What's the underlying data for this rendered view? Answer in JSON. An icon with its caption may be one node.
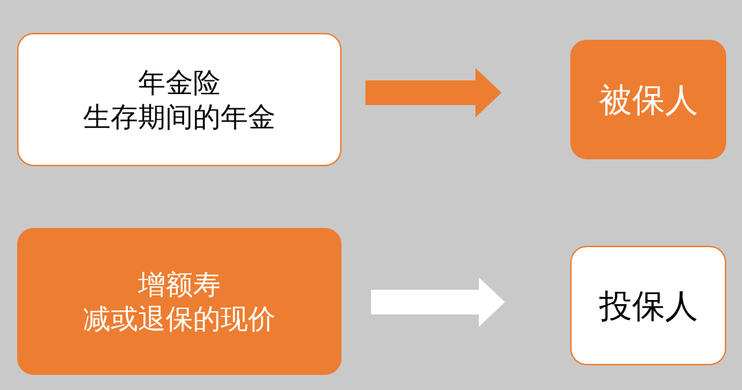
{
  "diagram": {
    "nodes": [
      {
        "text": [
          "年金险",
          "生存期间的年金"
        ]
      },
      {
        "text": [
          "被保人"
        ]
      },
      {
        "text": [
          "增额寿",
          "减或退保的现价"
        ]
      },
      {
        "text": [
          "投保人"
        ]
      }
    ],
    "edges": [
      {
        "from": 0,
        "to": 1,
        "arrow": "to",
        "style": "thick",
        "color": "#ed7d31"
      },
      {
        "from": 2,
        "to": 3,
        "arrow": "to",
        "style": "thick",
        "color": "#ffffff"
      }
    ]
  }
}
